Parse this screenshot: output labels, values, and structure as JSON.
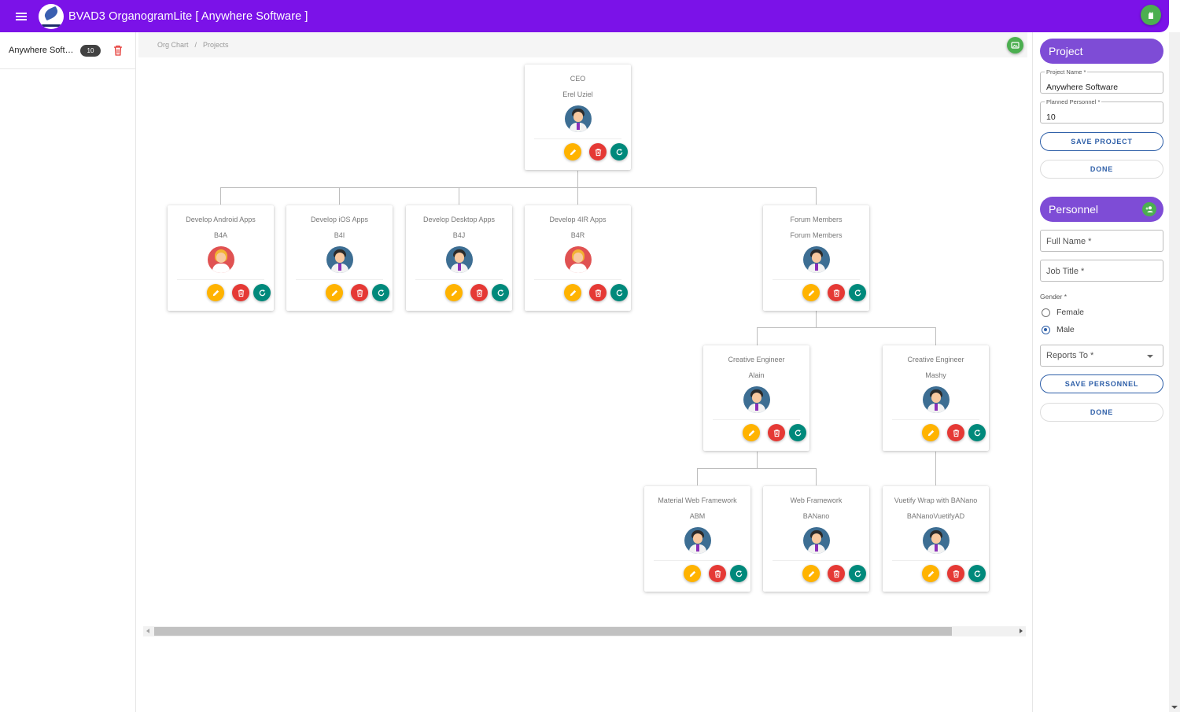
{
  "app": {
    "title": "BVAD3 OrganogramLite [ Anywhere Software ]"
  },
  "projects": [
    {
      "name": "Anywhere Software",
      "count": "10"
    }
  ],
  "breadcrumb": {
    "items": [
      "Org Chart",
      "Projects"
    ],
    "separator": "/"
  },
  "org": [
    {
      "id": "ceo",
      "title": "CEO",
      "name": "Erel Uziel",
      "gender": "male"
    },
    {
      "id": "b4a",
      "title": "Develop Android Apps",
      "name": "B4A",
      "gender": "female"
    },
    {
      "id": "b4i",
      "title": "Develop iOS Apps",
      "name": "B4I",
      "gender": "male"
    },
    {
      "id": "b4j",
      "title": "Develop Desktop Apps",
      "name": "B4J",
      "gender": "male"
    },
    {
      "id": "b4r",
      "title": "Develop 4IR Apps",
      "name": "B4R",
      "gender": "female"
    },
    {
      "id": "forum",
      "title": "Forum Members",
      "name": "Forum Members",
      "gender": "male"
    },
    {
      "id": "alain",
      "title": "Creative Engineer",
      "name": "Alain",
      "gender": "male"
    },
    {
      "id": "mashy",
      "title": "Creative Engineer",
      "name": "Mashy",
      "gender": "male"
    },
    {
      "id": "abm",
      "title": "Material Web Framework",
      "name": "ABM",
      "gender": "male"
    },
    {
      "id": "banano",
      "title": "Web Framework",
      "name": "BANano",
      "gender": "male"
    },
    {
      "id": "bvad",
      "title": "Vuetify Wrap with BANano",
      "name": "BANanoVuetifyAD",
      "gender": "male"
    }
  ],
  "project_form": {
    "heading": "Project",
    "name_label": "Project Name *",
    "name_value": "Anywhere Software",
    "personnel_label": "Planned Personnel *",
    "personnel_value": "10",
    "save_label": "SAVE PROJECT",
    "done_label": "DONE"
  },
  "personnel_form": {
    "heading": "Personnel",
    "fullname_placeholder": "Full Name *",
    "jobtitle_placeholder": "Job Title *",
    "gender_label": "Gender *",
    "gender_options": [
      "Female",
      "Male"
    ],
    "gender_selected": "Male",
    "reports_to_placeholder": "Reports To *",
    "save_label": "SAVE PERSONNEL",
    "done_label": "DONE"
  },
  "colors": {
    "appbar": "#7b12e8",
    "section_header": "#7e4cd6",
    "edit": "#ffb300",
    "delete": "#e53935",
    "refresh": "#00897b",
    "accent": "#2e5fa8"
  },
  "icons": {
    "menu": "menu-icon",
    "edit": "pencil-icon",
    "delete": "trash-icon",
    "refresh": "refresh-icon",
    "user": "user-icon",
    "add_person": "person-add-icon",
    "image": "image-icon"
  }
}
